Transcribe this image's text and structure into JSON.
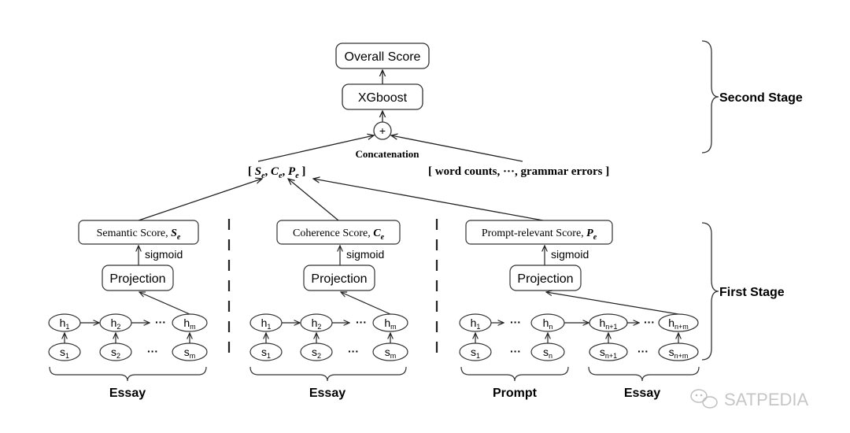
{
  "top": {
    "overall_score": "Overall Score",
    "xgboost": "XGboost",
    "plus": "+",
    "concatenation": "Concatenation",
    "vec_open": "[ ",
    "vec_close": " ]",
    "vec_s": "S",
    "vec_c": "C",
    "vec_p": "P",
    "sub_e": "e",
    "comma": ", ",
    "features": "[ word counts, ···, grammar errors ]"
  },
  "stages": {
    "second": "Second Stage",
    "first": "First Stage"
  },
  "panels": {
    "semantic": {
      "score_label": "Semantic Score, ",
      "score_symbol": "S",
      "sub": "e",
      "sigmoid": "sigmoid",
      "projection": "Projection",
      "group_label": "Essay"
    },
    "coherence": {
      "score_label": "Coherence Score, ",
      "score_symbol": "C",
      "sub": "e",
      "sigmoid": "sigmoid",
      "projection": "Projection",
      "group_label": "Essay"
    },
    "prompt": {
      "score_label": "Prompt-relevant Score, ",
      "score_symbol": "P",
      "sub": "e",
      "sigmoid": "sigmoid",
      "projection": "Projection",
      "group_label_1": "Prompt",
      "group_label_2": "Essay"
    }
  },
  "nodes": {
    "h": "h",
    "s": "s",
    "sub_1": "1",
    "sub_2": "2",
    "sub_m": "m",
    "sub_n": "n",
    "sub_n1": "n+1",
    "sub_nm": "n+m",
    "dots": "···"
  },
  "watermark": "SATPEDIA"
}
